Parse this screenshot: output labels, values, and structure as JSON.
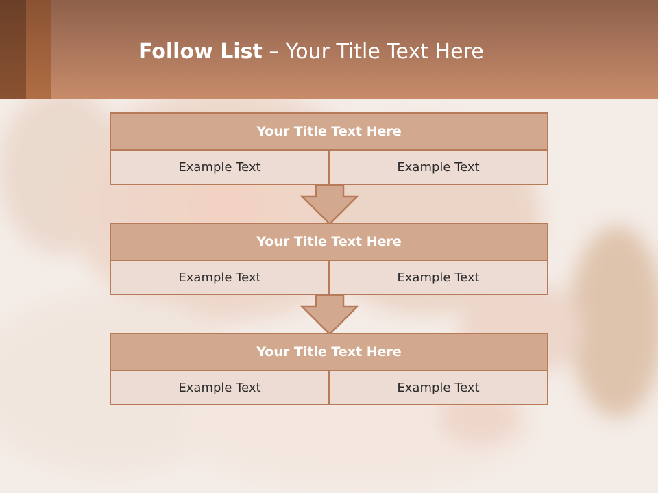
{
  "header": {
    "title_strong": "Follow List",
    "title_rest": " – Your Title Text Here"
  },
  "steps": [
    {
      "title": "Your Title Text Here",
      "left": "Example Text",
      "right": "Example Text"
    },
    {
      "title": "Your Title Text Here",
      "left": "Example Text",
      "right": "Example Text"
    },
    {
      "title": "Your Title Text Here",
      "left": "Example Text",
      "right": "Example Text"
    }
  ],
  "colors": {
    "header": "#a8745a",
    "panel_title_fill": "#d2a98f",
    "panel_border": "#b87b5a",
    "cell_fill": "#ecdcd4"
  }
}
